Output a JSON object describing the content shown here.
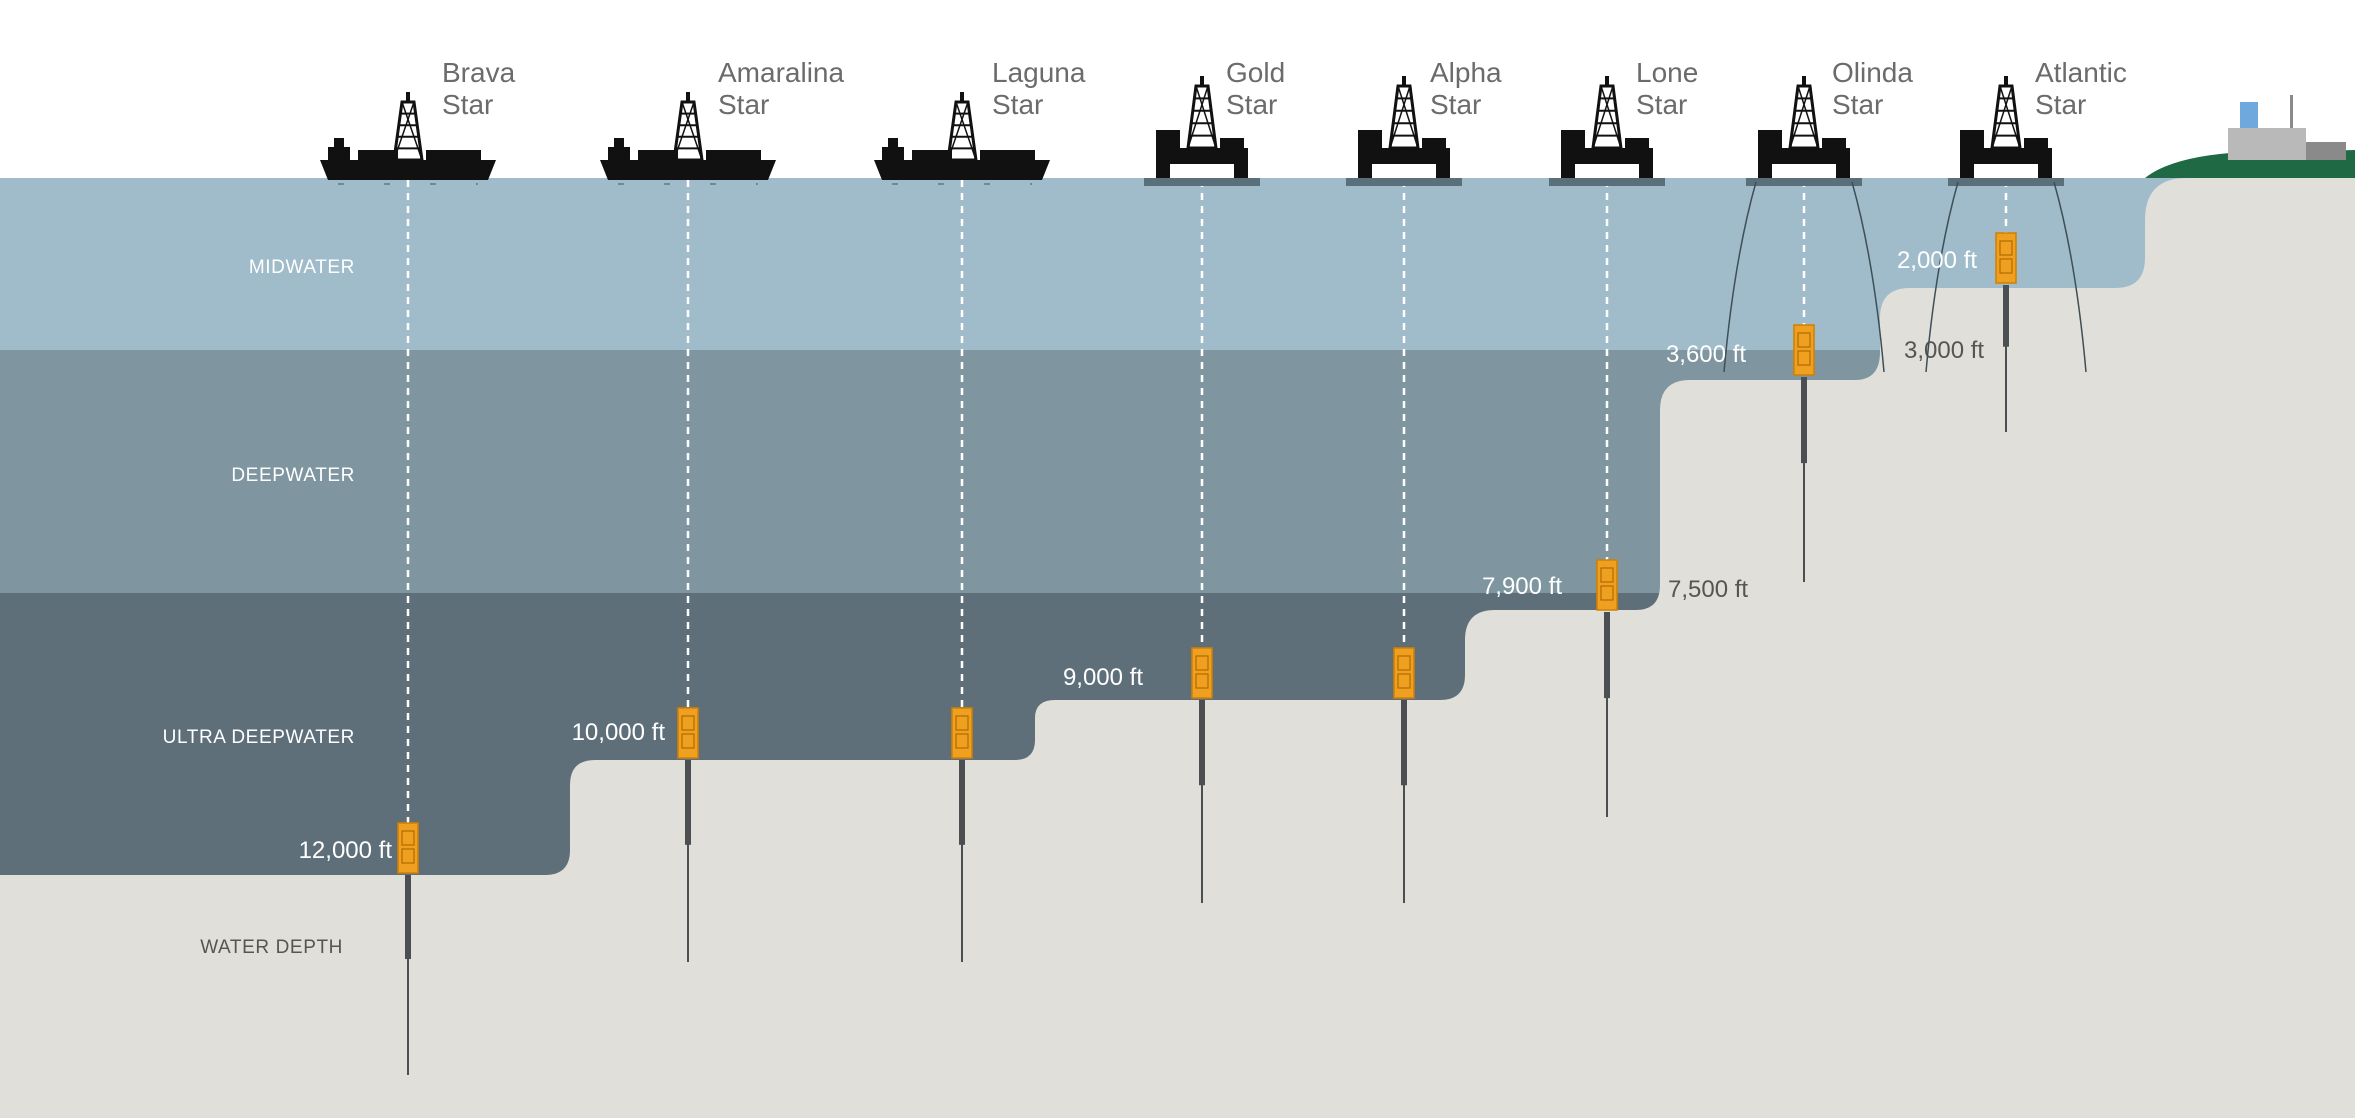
{
  "zones": {
    "midwater": "MIDWATER",
    "deepwater": "DEEPWATER",
    "ultra_deepwater": "ULTRA DEEPWATER",
    "water_depth": "WATER DEPTH"
  },
  "colors": {
    "midwater": "#a0bccb",
    "deepwater": "#7f96a1",
    "ultra_deepwater": "#5f6f79",
    "seabed": "#e0dfd9",
    "land_grass": "#1f6a45",
    "bop_orange": "#f0a020",
    "label_light": "#ffffff",
    "label_dark": "#555555"
  },
  "rigs": [
    {
      "line1": "Brava",
      "line2": "Star",
      "type": "drillship",
      "depth": "12,000 ft"
    },
    {
      "line1": "Amaralina",
      "line2": "Star",
      "type": "drillship",
      "depth": "10,000 ft"
    },
    {
      "line1": "Laguna",
      "line2": "Star",
      "type": "drillship",
      "depth": ""
    },
    {
      "line1": "Gold",
      "line2": "Star",
      "type": "semisubmersible",
      "depth": "9,000 ft"
    },
    {
      "line1": "Alpha",
      "line2": "Star",
      "type": "semisubmersible",
      "depth": ""
    },
    {
      "line1": "Lone",
      "line2": "Star",
      "type": "semisubmersible",
      "depth": "7,900 ft"
    },
    {
      "line1": "Olinda",
      "line2": "Star",
      "type": "moored-semisubmersible",
      "depth": "3,600 ft"
    },
    {
      "line1": "Atlantic",
      "line2": "Star",
      "type": "moored-semisubmersible",
      "depth": "2,000 ft"
    }
  ],
  "step_labels": [
    "7,500 ft",
    "3,000 ft"
  ]
}
